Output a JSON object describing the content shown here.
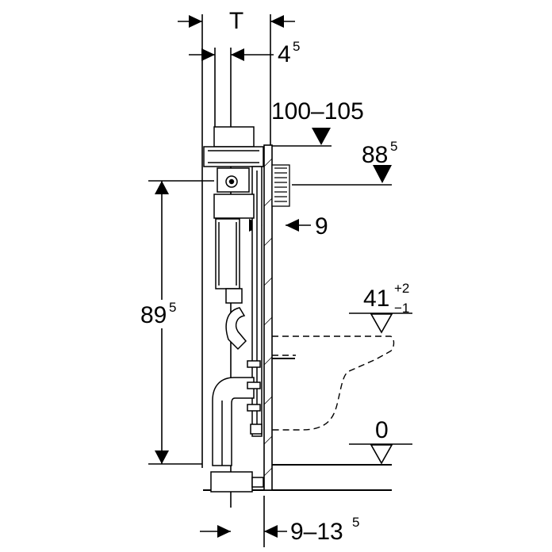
{
  "labels": {
    "t": "T",
    "d45_main": "4",
    "d45_sup": "5",
    "range_100_105": "100–105",
    "h885_main": "88",
    "h885_sup": "5",
    "d9": "9",
    "h895_main": "89",
    "h895_sup": "5",
    "h41_main": "41",
    "h41_plus": "+2",
    "h41_minus": "−1",
    "zero": "0",
    "d913_main": "9–13",
    "d913_sup": "5"
  }
}
